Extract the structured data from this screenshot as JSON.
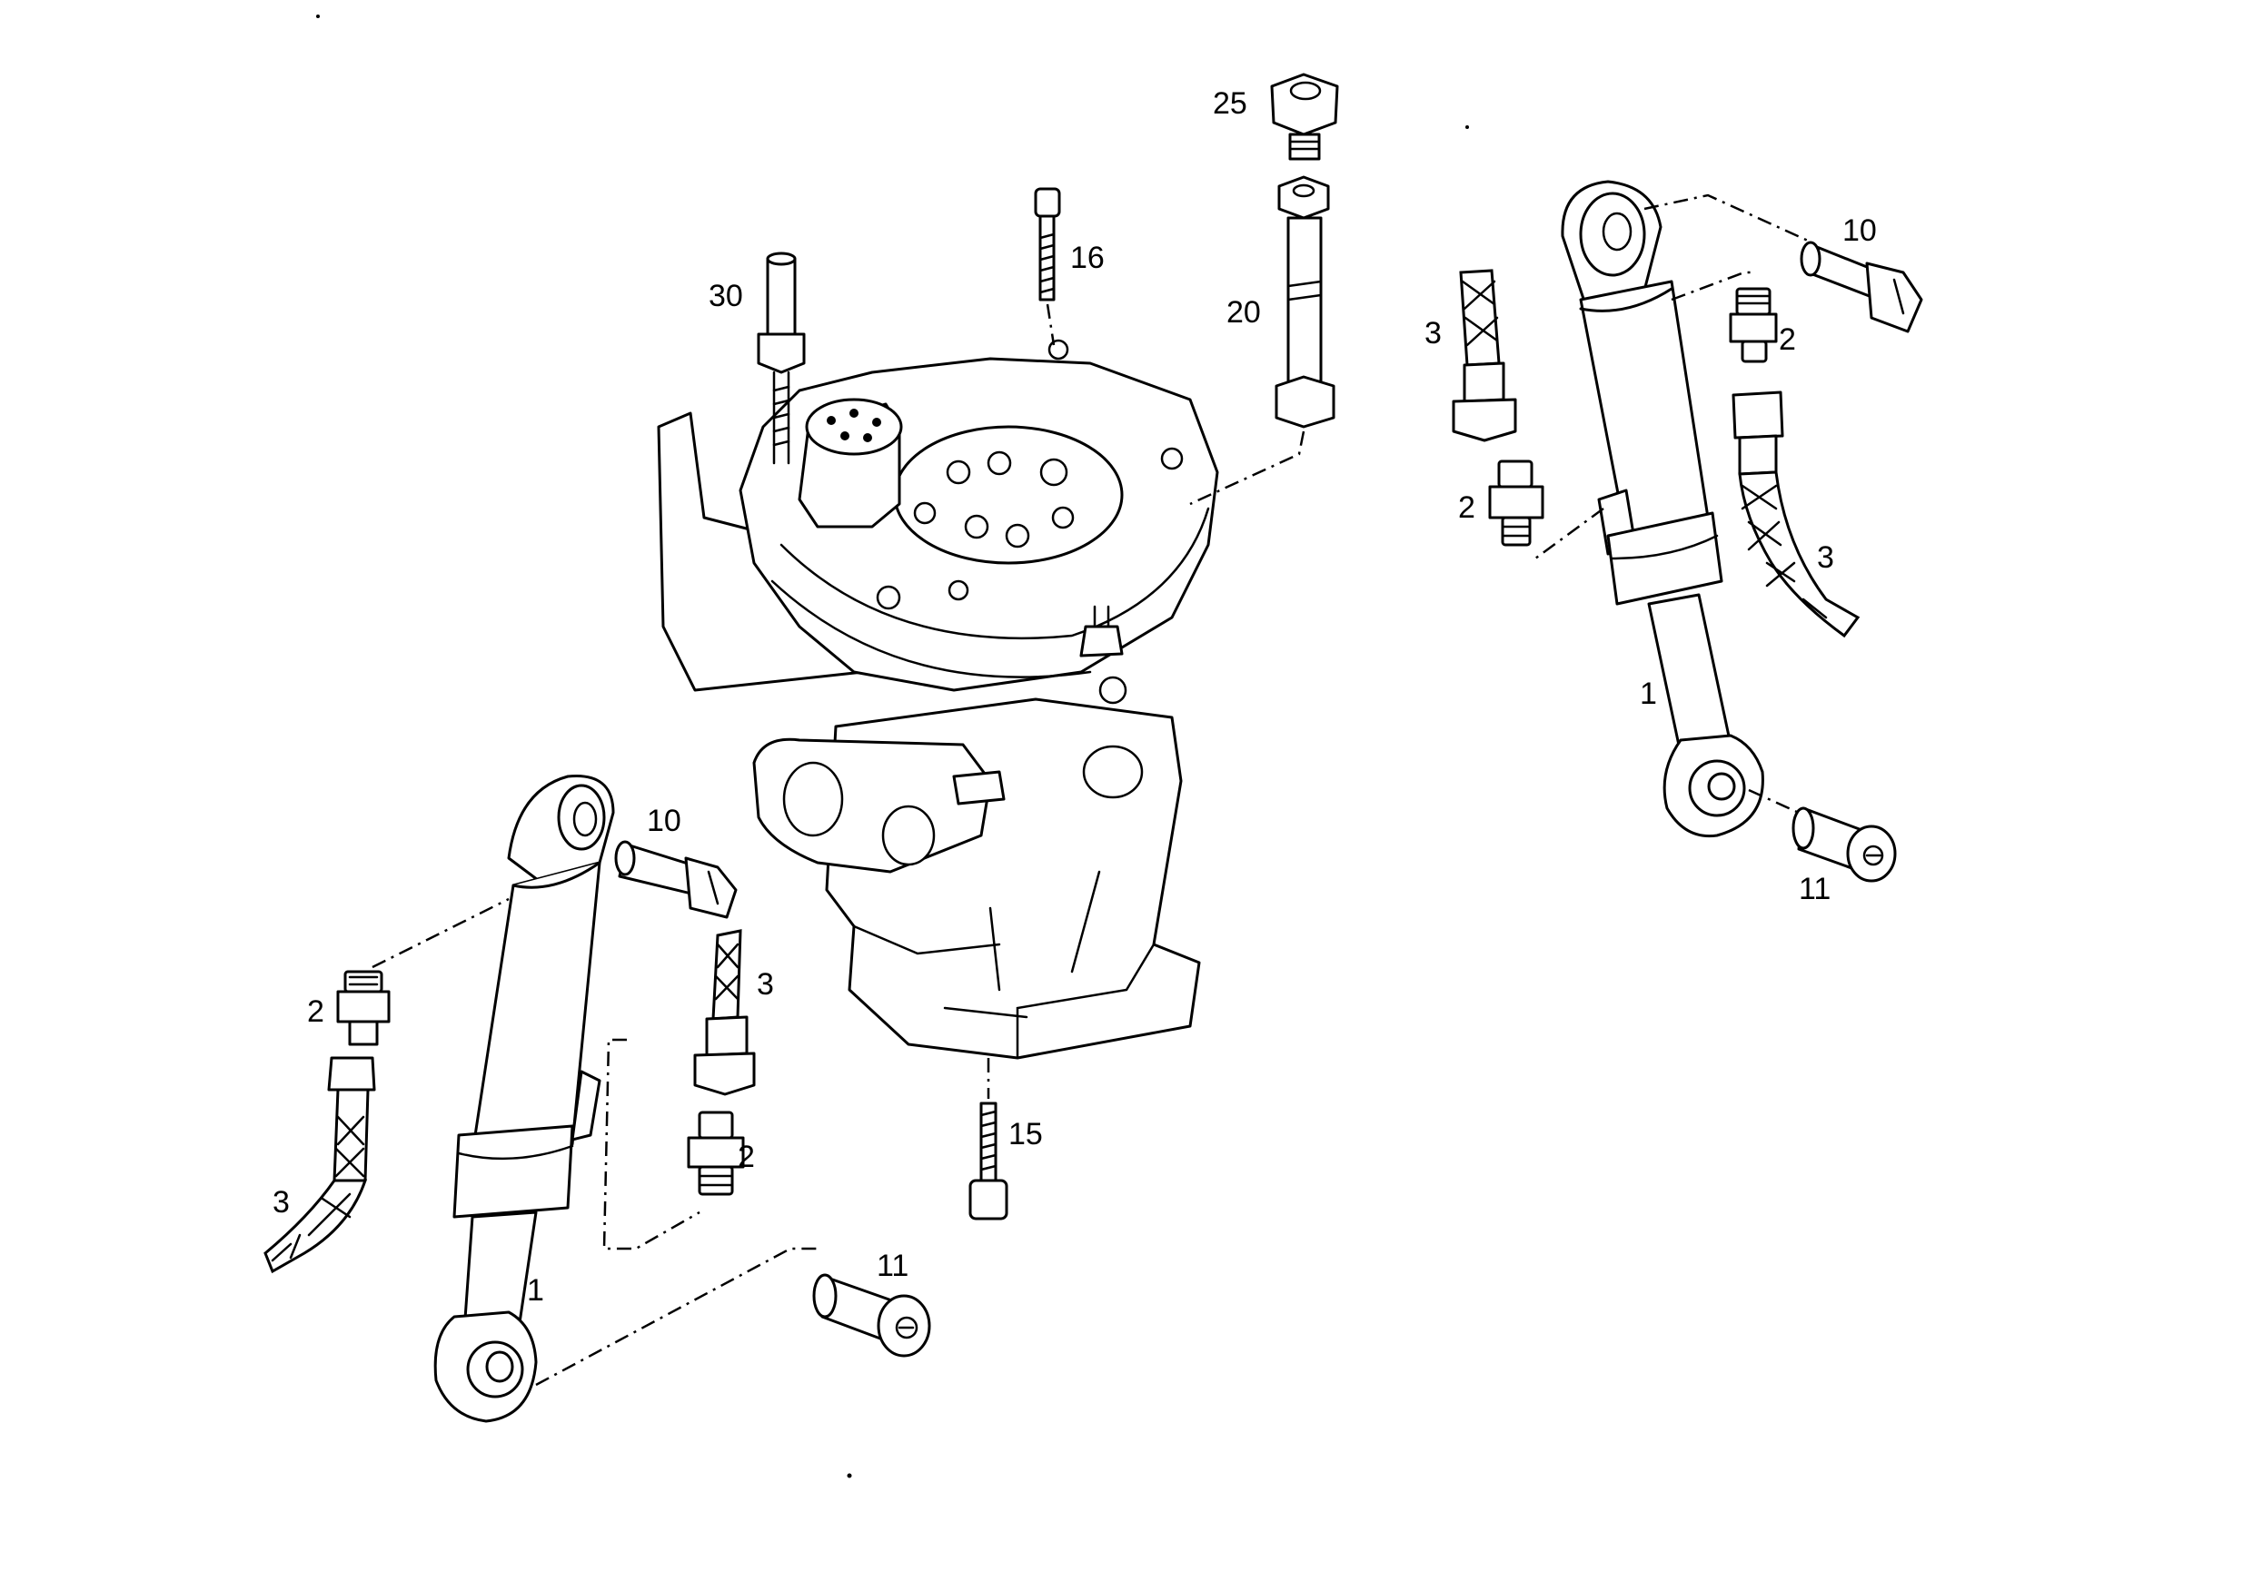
{
  "diagram": {
    "callouts": {
      "c25": "25",
      "c16": "16",
      "c30": "30",
      "c20": "20",
      "c15": "15",
      "left_c10": "10",
      "left_c2a": "2",
      "left_c3a": "3",
      "left_c3b": "3",
      "left_c2b": "2",
      "left_c1": "1",
      "left_c11": "11",
      "right_c10": "10",
      "right_c3a": "3",
      "right_c2a": "2",
      "right_c2b": "2",
      "right_c3b": "3",
      "right_c1": "1",
      "right_c11": "11"
    },
    "style": {
      "ink": "#000000",
      "paper": "#ffffff"
    }
  }
}
